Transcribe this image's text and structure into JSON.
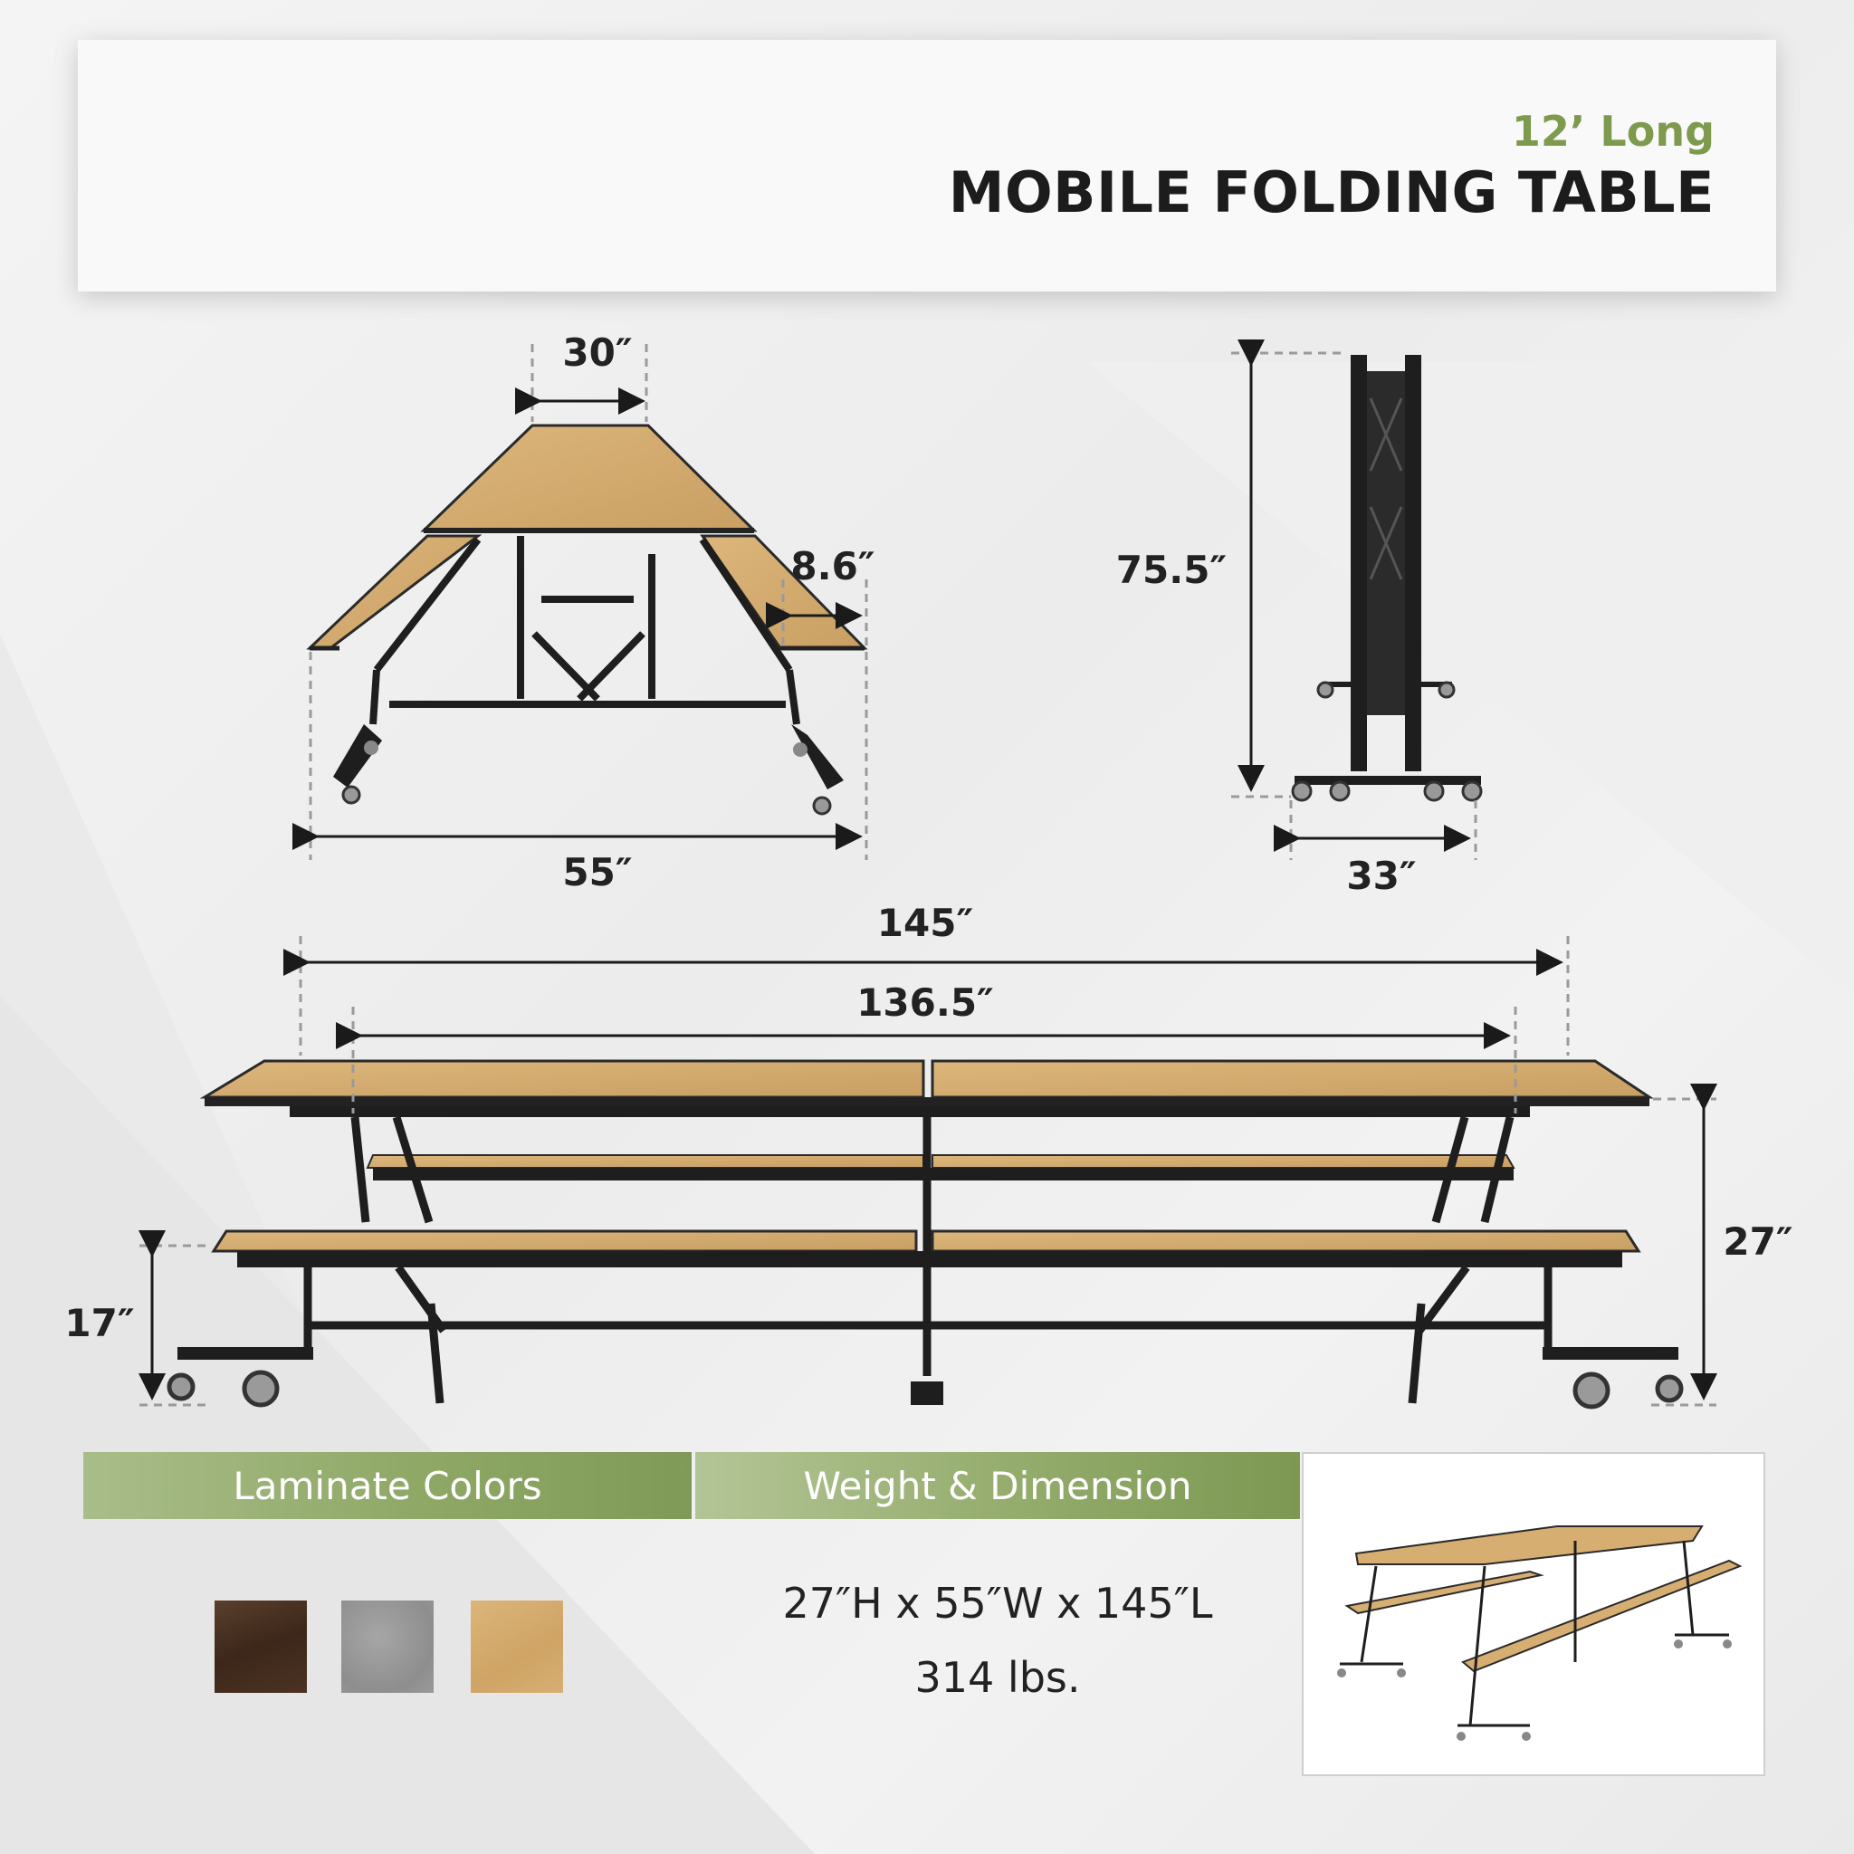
{
  "header": {
    "subtitle": "12’ Long",
    "title": "MOBILE FOLDING TABLE"
  },
  "dimensions": {
    "top_width": "30″",
    "seat_depth": "8.6″",
    "end_width": "55″",
    "folded_height": "75.5″",
    "folded_depth": "33″",
    "overall_length": "145″",
    "top_length": "136.5″",
    "table_height": "27″",
    "seat_height": "17″"
  },
  "laminate": {
    "label": "Laminate Colors",
    "swatches": [
      {
        "name": "walnut",
        "color": "#4a3222"
      },
      {
        "name": "grey",
        "color": "#969696"
      },
      {
        "name": "maple",
        "color": "#d4ac6e"
      }
    ]
  },
  "specs": {
    "label": "Weight & Dimension",
    "size": "27″H x 55″W x 145″L",
    "weight": "314 lbs."
  },
  "colors": {
    "accent_green": "#7d9a4e",
    "wood": "#d2aa6c",
    "frame": "#1e1e1e"
  }
}
